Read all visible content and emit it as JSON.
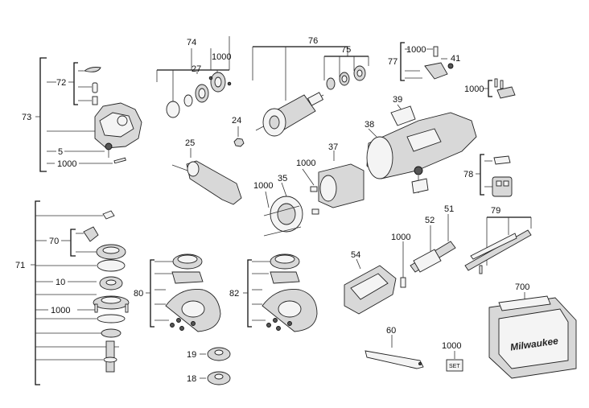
{
  "labels": {
    "l73": "73",
    "l72": "72",
    "l5": "5",
    "l1000a": "1000",
    "l74": "74",
    "l1000b": "1000",
    "l27": "27",
    "l76": "76",
    "l75": "75",
    "l77": "77",
    "l1000c": "1000",
    "l41": "41",
    "l1000d": "1000",
    "l39": "39",
    "l38": "38",
    "l24": "24",
    "l25": "25",
    "l37": "37",
    "l1000e": "1000",
    "l35": "35",
    "l1000f": "1000",
    "l78": "78",
    "l79": "79",
    "l51": "51",
    "l52": "52",
    "l1000g": "1000",
    "l54": "54",
    "l71": "71",
    "l70": "70",
    "l10": "10",
    "l1000h": "1000",
    "l80": "80",
    "l82": "82",
    "l19": "19",
    "l18": "18",
    "l60": "60",
    "l1000i": "1000",
    "l700": "700"
  },
  "set_tag": "SET",
  "case_logo": "Milwaukee"
}
